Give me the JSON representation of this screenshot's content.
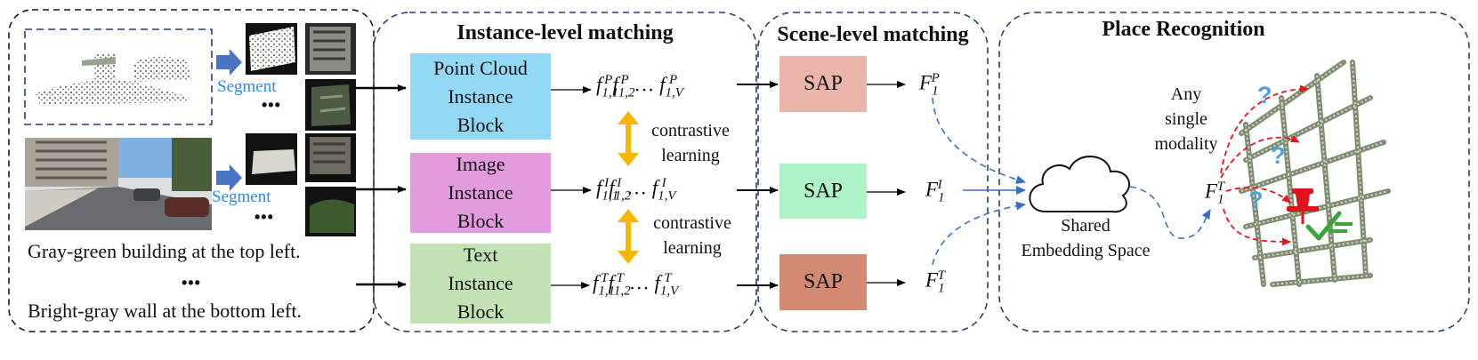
{
  "input": {
    "segment_top": "Segment",
    "segment_bottom": "Segment",
    "more_top": "•••",
    "more_bottom": "•••",
    "caption_line1": "Gray-green building at the top left.",
    "caption_ellipsis": "•••",
    "caption_line2": "Bright-gray wall at the bottom left."
  },
  "instance_level": {
    "title": "Instance-level matching",
    "blocks": [
      {
        "label_l1": "Point Cloud",
        "label_l2": "Instance",
        "label_l3": "Block",
        "color": "#93d8f5"
      },
      {
        "label_l1": "Image",
        "label_l2": "Instance",
        "label_l3": "Block",
        "color": "#e29bdd"
      },
      {
        "label_l1": "Text",
        "label_l2": "Instance",
        "label_l3": "Block",
        "color": "#c3e2b5"
      }
    ],
    "features": [
      {
        "f": "f",
        "s1": "1,1",
        "s2": "1,2",
        "sV": "1,V",
        "sup": "P",
        "dots": "…"
      },
      {
        "f": "f",
        "s1": "1,1",
        "s2": "1,2",
        "sV": "1,V",
        "sup": "I",
        "dots": "…"
      },
      {
        "f": "f",
        "s1": "1,1",
        "s2": "1,2",
        "sV": "1,V",
        "sup": "T",
        "dots": "…"
      }
    ],
    "contrastive": [
      {
        "l1": "contrastive",
        "l2": "learning"
      },
      {
        "l1": "contrastive",
        "l2": "learning"
      }
    ],
    "arrow_color": "#f7b500"
  },
  "scene_level": {
    "title": "Scene-level matching",
    "saps": [
      {
        "label": "SAP",
        "color": "#ebb6aa"
      },
      {
        "label": "SAP",
        "color": "#aef3c8"
      },
      {
        "label": "SAP",
        "color": "#d28a73"
      }
    ],
    "globals": [
      {
        "F": "F",
        "sub": "1",
        "sup": "P"
      },
      {
        "F": "F",
        "sub": "1",
        "sup": "I"
      },
      {
        "F": "F",
        "sub": "1",
        "sup": "T"
      }
    ]
  },
  "place_recognition": {
    "title": "Place Recognition",
    "embedding_l1": "Shared",
    "embedding_l2": "Embedding Space",
    "modality_l1": "Any",
    "modality_l2": "single",
    "modality_l3": "modality",
    "query": {
      "F": "F",
      "sub": "1",
      "sup": "T"
    },
    "question_marks": [
      "?",
      "?",
      "?"
    ],
    "colors": {
      "dashed_blue": "#3b6fc4",
      "dashed_red": "#e8141e",
      "check": "#3aa53a",
      "pin": "#e0121c",
      "question": "#4ea3dc"
    }
  }
}
